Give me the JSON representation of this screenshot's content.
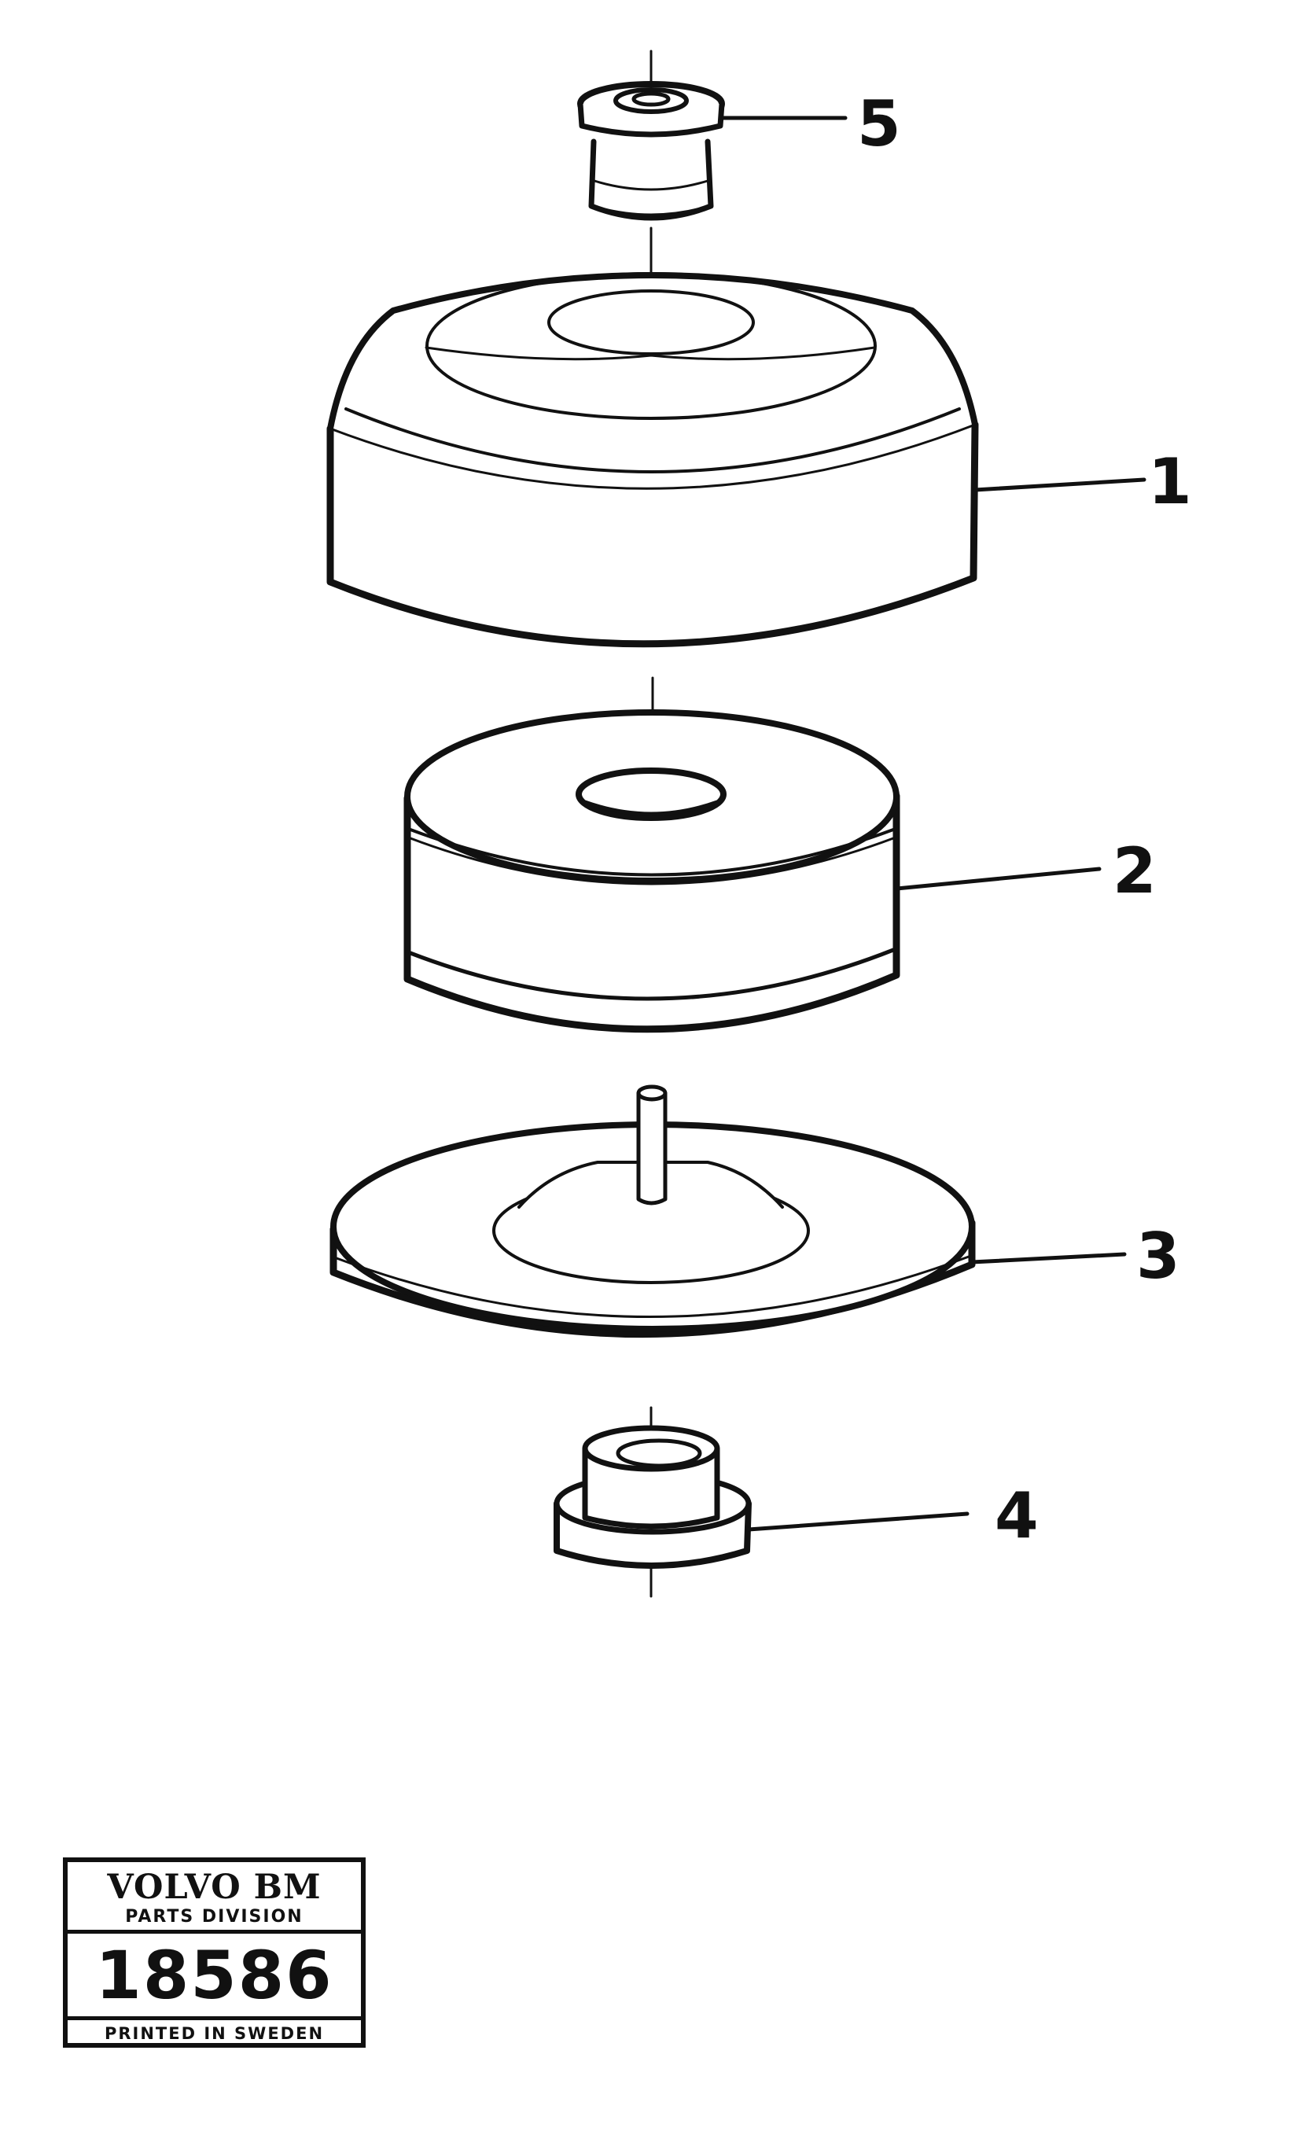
{
  "callouts": [
    "5",
    "1",
    "2",
    "3",
    "4"
  ],
  "stamp": {
    "brand": "VOLVO BM",
    "division": "PARTS DIVISION",
    "number": "18586",
    "printed": "PRINTED IN SWEDEN"
  },
  "colors": {
    "ink": "#111111",
    "paper": "#ffffff"
  }
}
